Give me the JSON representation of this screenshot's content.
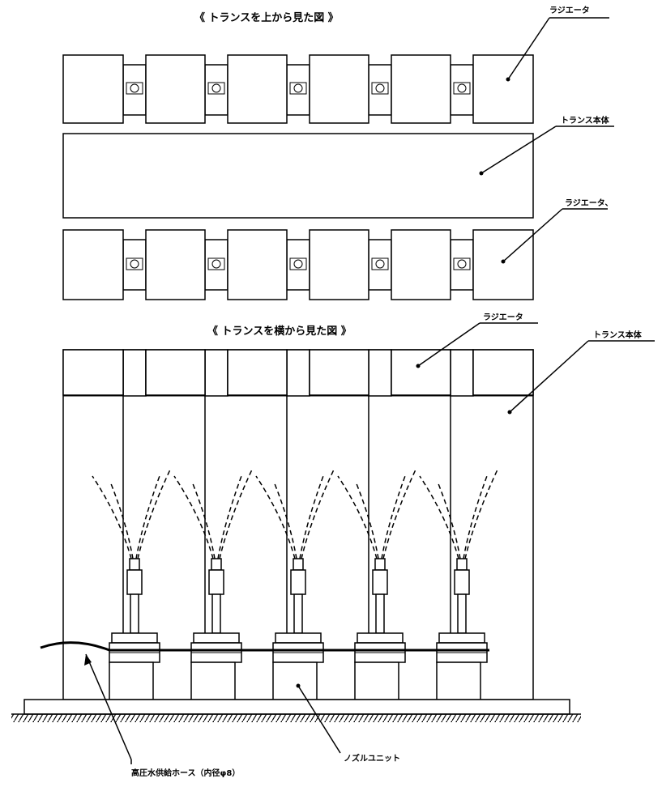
{
  "top_view": {
    "title": "《 トランスを上から見た図 》",
    "radiator_label_1": "ラジエータ",
    "transformer_label": "トランス本体",
    "radiator_label_2": "ラジエータ、"
  },
  "side_view": {
    "title": "《 トランスを横から見た図 》",
    "radiator_label": "ラジエータ",
    "transformer_label": "トランス本体",
    "hose_label": "高圧水供給ホース（内径φ8）",
    "nozzle_label": "ノズルユニット"
  },
  "colors": {
    "line": "#000000",
    "background": "#ffffff"
  }
}
